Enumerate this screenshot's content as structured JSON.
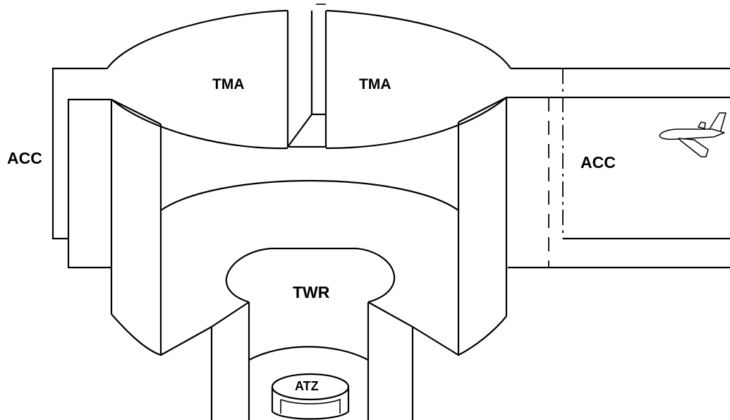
{
  "labels": {
    "acc_left": "ACC",
    "tma_left": "TMA",
    "tma_right": "TMA",
    "acc_right": "ACC",
    "twr": "TWR",
    "atz": "ATZ"
  },
  "colors": {
    "stroke": "#000000",
    "background": "#ffffff"
  },
  "icons": {
    "aircraft": "airplane-icon"
  }
}
